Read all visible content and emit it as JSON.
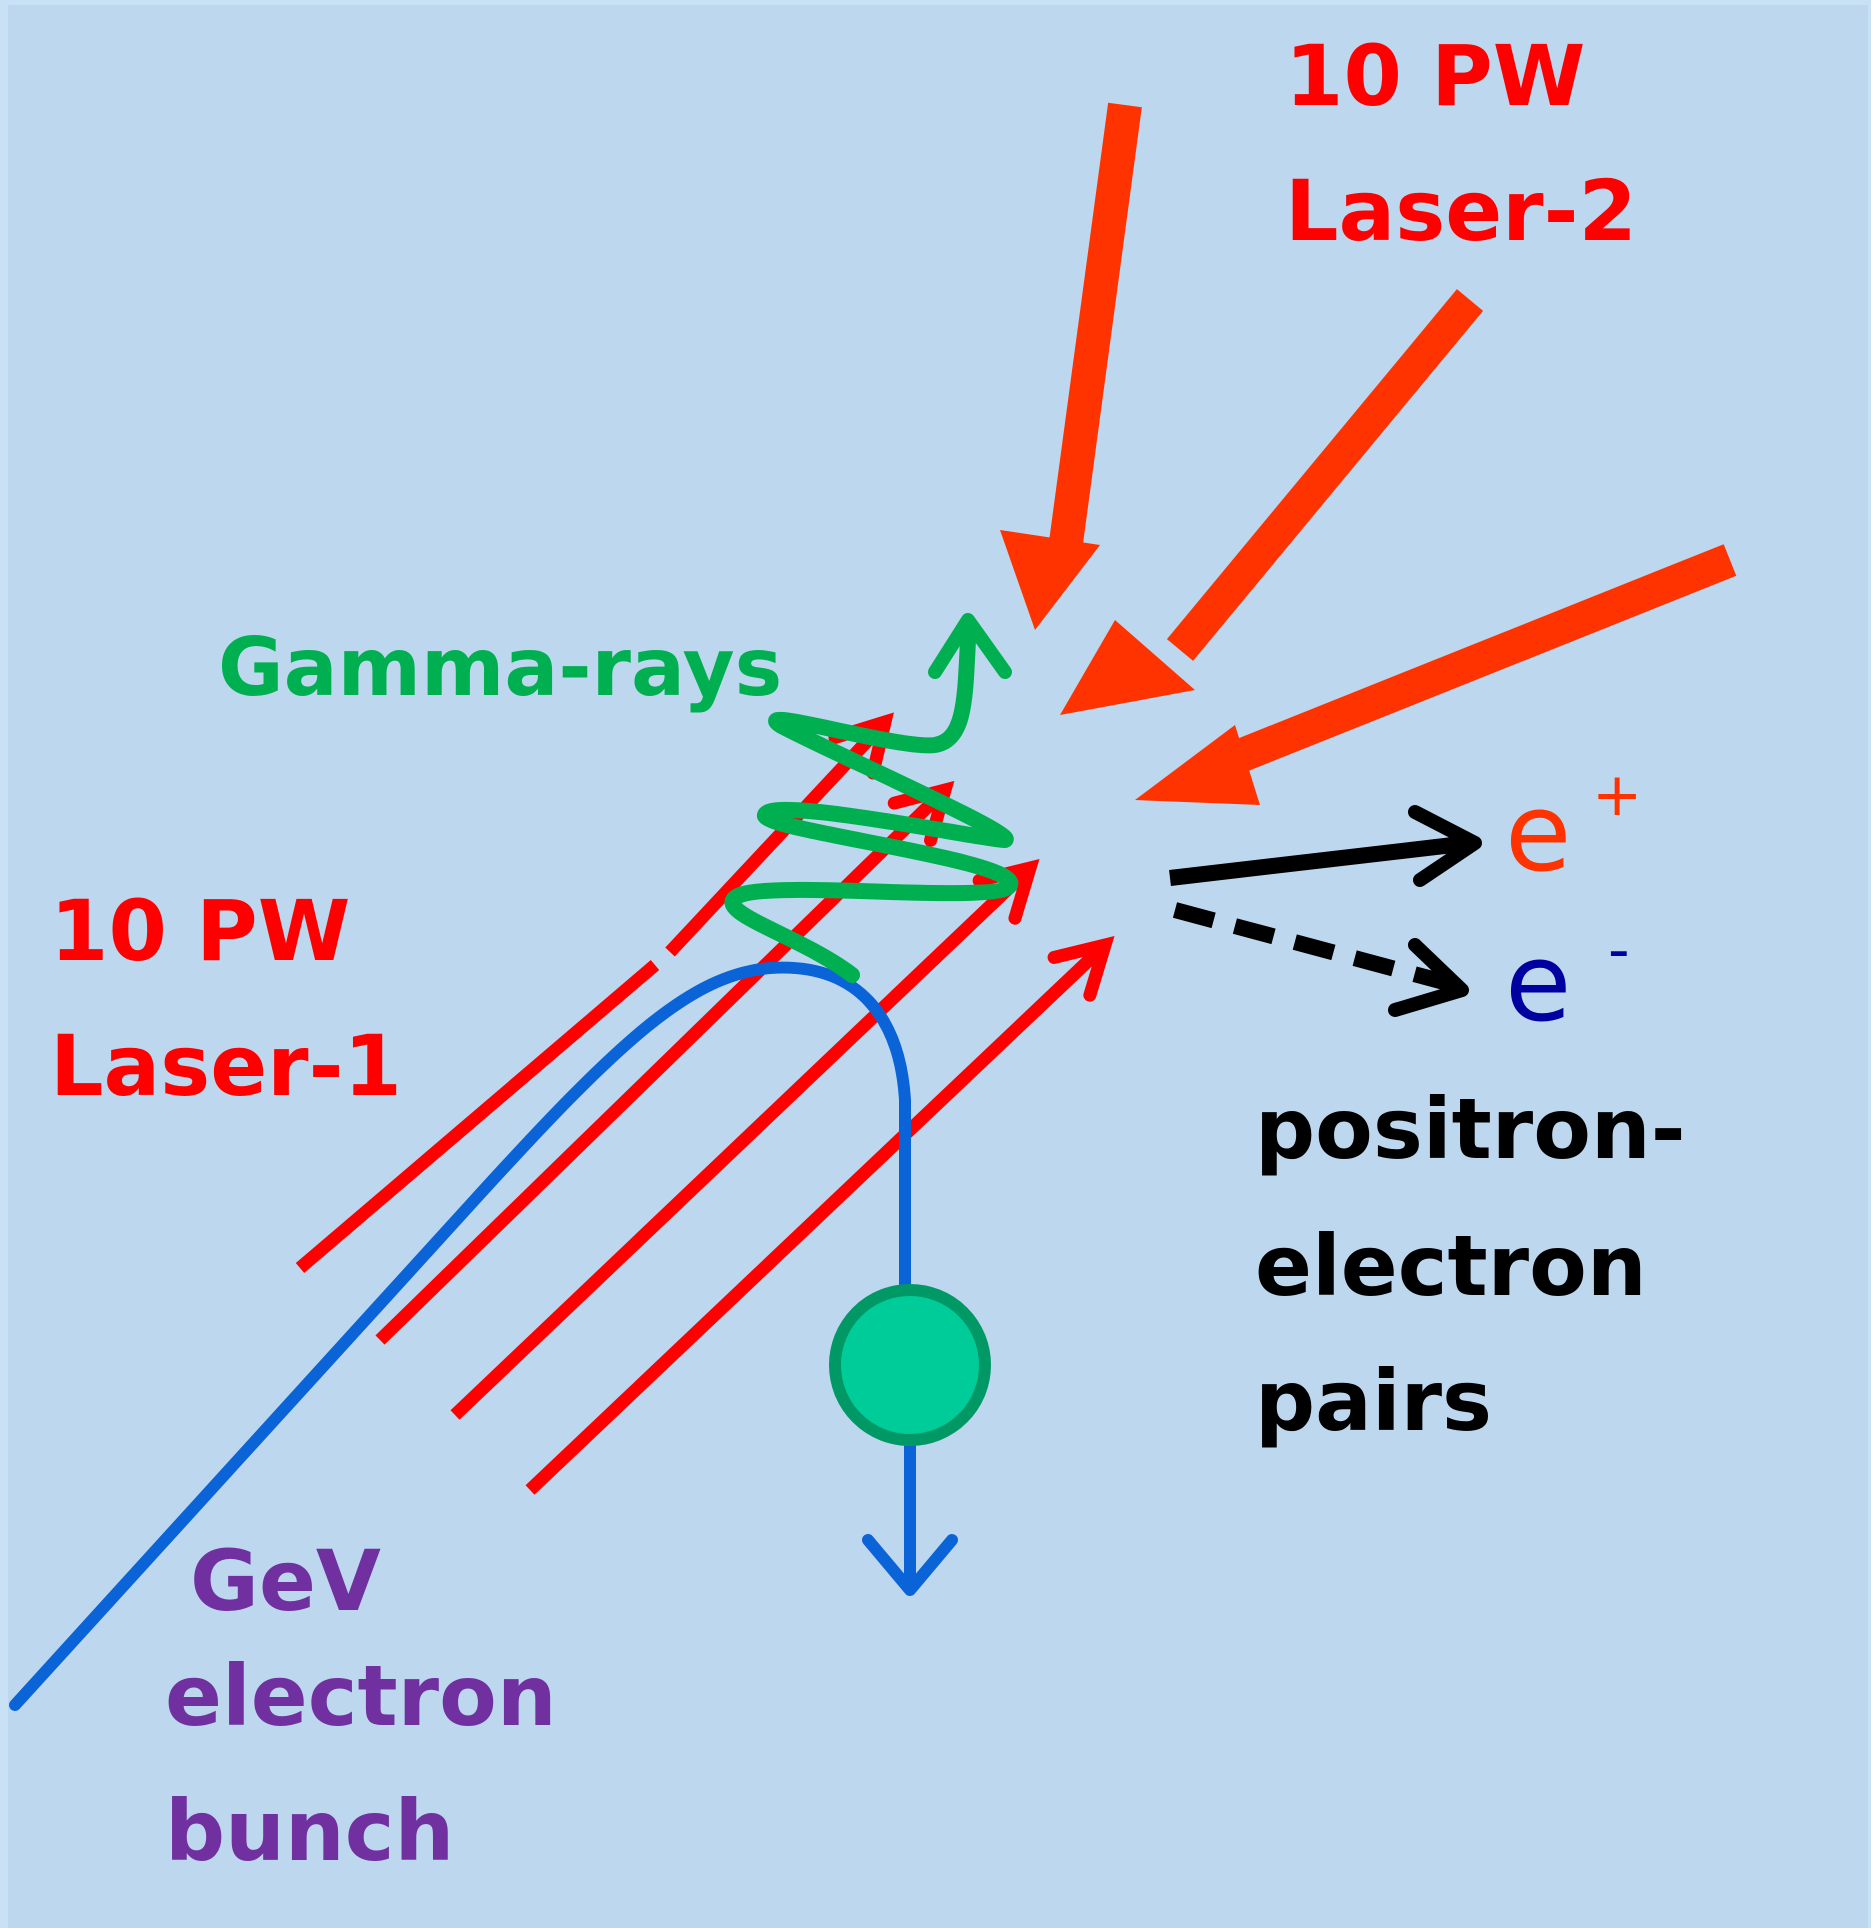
{
  "diagram": {
    "title": "Laser-electron collision producing positron-electron pairs",
    "colors": {
      "background": "#bdd7ee",
      "laser_1": "#ff0000",
      "laser_2": "#ff3300",
      "gamma": "#00b050",
      "electron_path": "#0b63d8",
      "bunch_fill": "#00cc99",
      "bunch_stroke": "#009966",
      "positron": "#ff3300",
      "electron": "#0000a0",
      "pairs_text": "#000000",
      "bunch_text": "#7030a0"
    },
    "labels": {
      "laser_2": {
        "line1": "10 PW",
        "line2": "Laser-2"
      },
      "laser_1": {
        "line1": "10 PW",
        "line2": "Laser-1"
      },
      "gamma_rays": "Gamma-rays",
      "positron": {
        "symbol": "e",
        "charge": "+"
      },
      "electron": {
        "symbol": "e",
        "charge": "-"
      },
      "pairs": {
        "line1": "positron-",
        "line2": "electron",
        "line3": "pairs"
      },
      "bunch": {
        "line1": "GeV",
        "line2": "electron",
        "line3": "bunch"
      }
    },
    "elements": {
      "laser_2_beams": 3,
      "laser_1_beams": 4,
      "gamma_helix_turns": 3,
      "output_arrows": [
        "positron (solid)",
        "electron (dashed)"
      ]
    }
  }
}
